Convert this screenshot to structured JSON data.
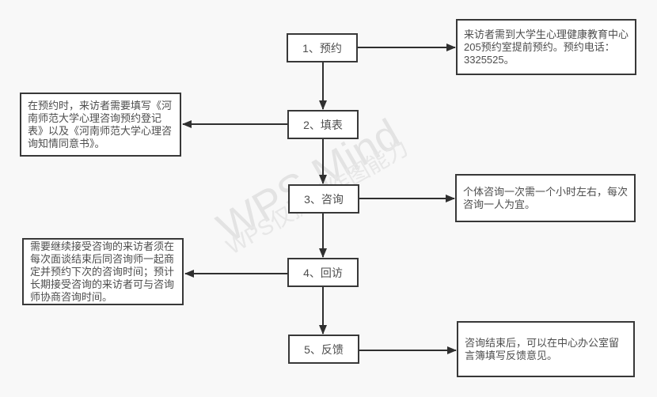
{
  "watermark": {
    "line1": "WPS Mind",
    "line2": "WPS仅提供作图能力"
  },
  "flow": {
    "steps": [
      {
        "label": "1、预约"
      },
      {
        "label": "2、填表"
      },
      {
        "label": "3、咨询"
      },
      {
        "label": "4、回访"
      },
      {
        "label": "5、反馈"
      }
    ]
  },
  "notes": {
    "right1": "来访者需到大学生心理健康教育中心205预约室提前预约。预约电话：3325525。",
    "left1": "在预约时，来访者需要填写《河南师范大学心理咨询预约登记表》以及《河南师范大学心理咨询知情同意书》。",
    "right2": "个体咨询一次需一个小时左右，每次咨询一人为宜。",
    "left2": "需要继续接受咨询的来访者须在每次面谈结束后同咨询师一起商定并预约下次的咨询时间；预计长期接受咨询的来访者可与咨询师协商咨询时间。",
    "right3": "咨询结束后，可以在中心办公室留言簿填写反馈意见。"
  },
  "colors": {
    "background": "#f8f8f8",
    "box_fill": "#ffffff",
    "box_border": "#383838",
    "text": "#4d4d4d",
    "arrow": "#2f2f2f",
    "watermark": "#e3e3e3"
  }
}
